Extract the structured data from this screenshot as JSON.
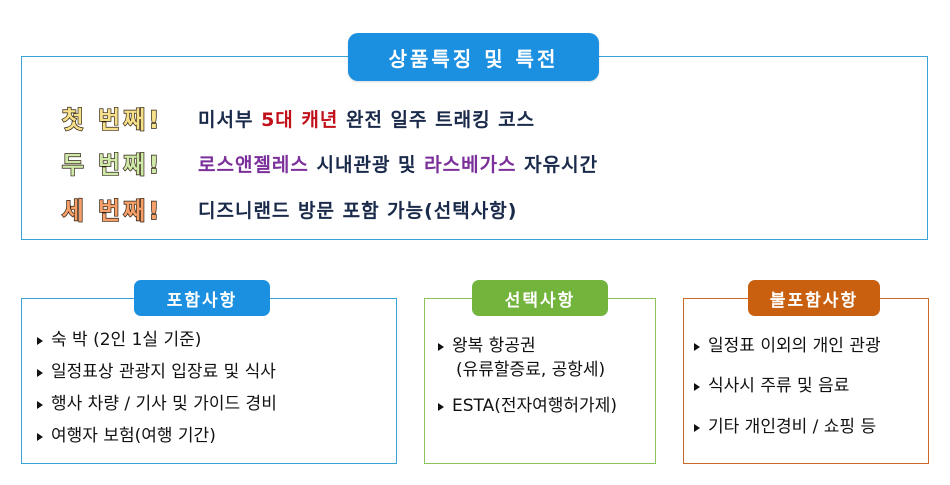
{
  "features": {
    "title": "상품특징 및 특전",
    "rows": [
      {
        "tag": "첫 번째!",
        "segments": [
          {
            "text": "미서부 ",
            "style": "normal"
          },
          {
            "text": "5대 캐년",
            "style": "red"
          },
          {
            "text": " 완전 일주 트래킹 코스",
            "style": "normal"
          }
        ]
      },
      {
        "tag": "두 번째!",
        "segments": [
          {
            "text": "로스앤젤레스",
            "style": "purple"
          },
          {
            "text": " 시내관광 및 ",
            "style": "normal"
          },
          {
            "text": "라스베가스",
            "style": "purple"
          },
          {
            "text": " 자유시간",
            "style": "normal"
          }
        ]
      },
      {
        "tag": "세 번째!",
        "segments": [
          {
            "text": "디즈니랜드 방문 포함 가능(선택사항)",
            "style": "normal"
          }
        ]
      }
    ],
    "tag_colors": [
      "#f6e08a",
      "#cfe9a8",
      "#f7a06a"
    ]
  },
  "included": {
    "title": "포함사항",
    "color": "#1b8fe0",
    "border": "#3aa3d6",
    "items": [
      "숙 박 (2인 1실 기준)",
      "일정표상 관광지 입장료 및 식사",
      "행사 차량 / 기사 및 가이드 경비",
      "여행자 보험(여행 기간)"
    ]
  },
  "optional": {
    "title": "선택사항",
    "color": "#72b43c",
    "border": "#8cc35a",
    "items": [
      {
        "line1": "왕복 항공권",
        "line2": "(유류할증료, 공항세)"
      },
      {
        "line1": "ESTA(전자여행허가제)",
        "line2": ""
      }
    ]
  },
  "excluded": {
    "title": "불포함사항",
    "color": "#c8600f",
    "border": "#c86a2a",
    "items": [
      "일정표 이외의 개인 관광",
      "식사시 주류 및 음료",
      "기타 개인경비 / 쇼핑 등"
    ]
  }
}
